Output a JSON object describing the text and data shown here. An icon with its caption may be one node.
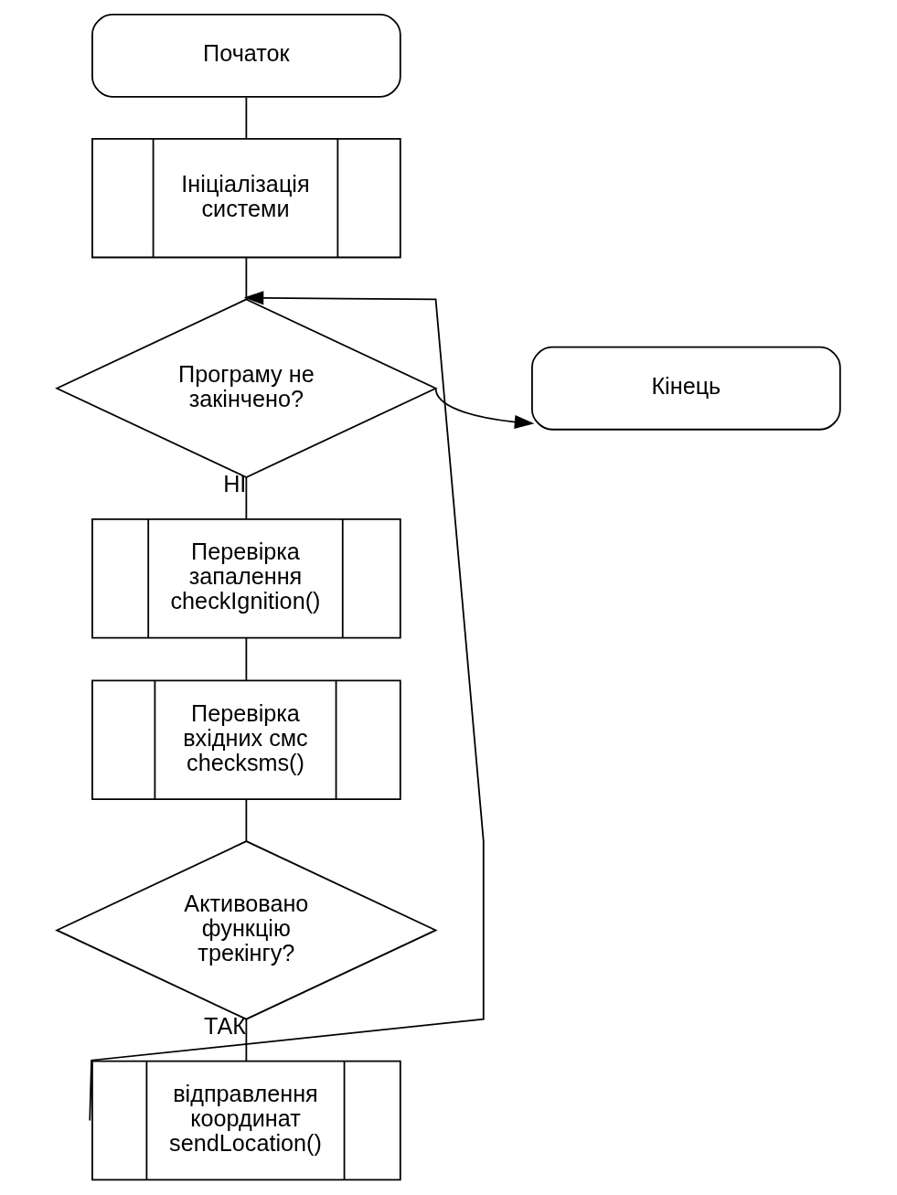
{
  "diagram": {
    "nodes": [
      {
        "text": [
          "Початок"
        ]
      },
      {
        "text": [
          "Ініціалізація системи"
        ]
      },
      {
        "text": [
          "Програму не закінчено?"
        ]
      },
      {
        "text": [
          "Кінець"
        ]
      },
      {
        "text": [
          "Перевірка запалення checkIgnition()"
        ]
      },
      {
        "text": [
          "Перевірка вхідних смс checksms()"
        ]
      },
      {
        "text": [
          "Активовано функцію трекінгу?"
        ]
      },
      {
        "text": [
          "відправлення координат sendLocation()"
        ]
      }
    ],
    "edges": [
      {
        "from": 0,
        "to": 1,
        "arrow": "none"
      },
      {
        "from": 1,
        "to": 2,
        "arrow": "none"
      },
      {
        "from": 2,
        "to": 3,
        "arrow": "to"
      },
      {
        "from": 2,
        "to": 4,
        "arrow": "none",
        "label": "НІ"
      },
      {
        "from": 4,
        "to": 5,
        "arrow": "none"
      },
      {
        "from": 5,
        "to": 6,
        "arrow": "none"
      },
      {
        "from": 6,
        "to": 7,
        "arrow": "none",
        "label": "ТАК"
      },
      {
        "from": 7,
        "to": 2,
        "arrow": "to"
      }
    ]
  }
}
